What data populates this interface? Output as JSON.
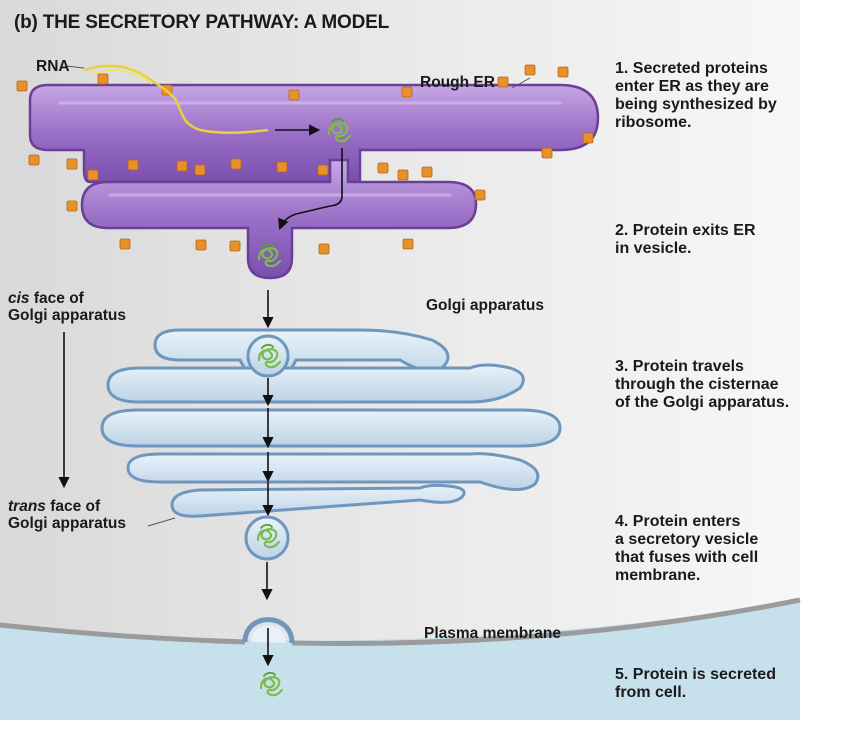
{
  "title": "(b) THE SECRETORY PATHWAY: A MODEL",
  "labels": {
    "rna": "RNA",
    "rough_er": "Rough ER",
    "golgi_apparatus": "Golgi apparatus",
    "cis_face_italic": "cis",
    "cis_face_rest": " face of",
    "cis_face_line2": "Golgi apparatus",
    "trans_face_italic": "trans",
    "trans_face_rest": " face of",
    "trans_face_line2": "Golgi apparatus",
    "plasma_membrane": "Plasma membrane"
  },
  "steps": [
    {
      "lines": [
        "1. Secreted proteins",
        "enter ER as they are",
        "being synthesized by",
        "ribosome."
      ]
    },
    {
      "lines": [
        "2. Protein exits ER",
        "in vesicle."
      ]
    },
    {
      "lines": [
        "3. Protein travels",
        "through the cisternae",
        "of the Golgi apparatus."
      ]
    },
    {
      "lines": [
        "4. Protein enters",
        "a secretory vesicle",
        "that fuses with cell",
        "membrane."
      ]
    },
    {
      "lines": [
        "5. Protein is secreted",
        "from cell."
      ]
    }
  ],
  "colors": {
    "er_fill": "#9a6fc6",
    "er_stroke": "#6a3f96",
    "ribosome": "#e8902a",
    "golgi_fill": "#cfe0ee",
    "golgi_stroke": "#6f97bd",
    "cytoplasm": "#e6e6e6",
    "extracellular": "#c7e1ec",
    "membrane": "#9b9b9b",
    "protein": "#7cbc4a",
    "rna": "#e8d13a"
  }
}
